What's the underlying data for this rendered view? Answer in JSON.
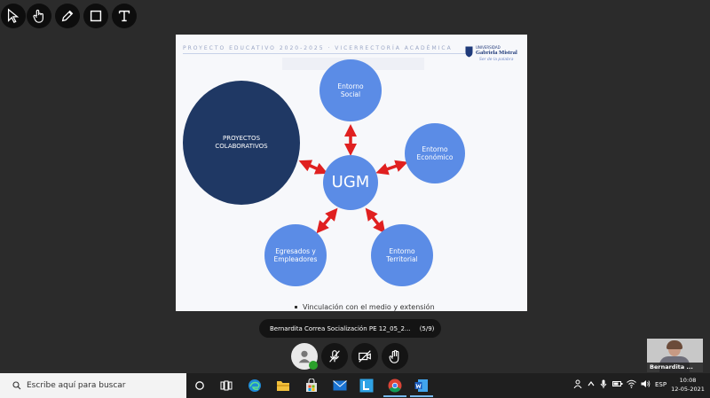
{
  "toolbar": {
    "tools": [
      {
        "icon": "cursor-arrow-icon"
      },
      {
        "icon": "hand-pointer-icon"
      },
      {
        "icon": "pen-icon"
      },
      {
        "icon": "rectangle-icon"
      },
      {
        "icon": "text-tool-icon"
      }
    ]
  },
  "slide": {
    "header": "PROYECTO EDUCATIVO 2020-2025 · VICERRECTORÍA ACADÉMICA",
    "logo_small": "UNIVERSIDAD",
    "logo_main": "Gabriela Mistral",
    "logo_sub": "Ser de la palabra",
    "center": "UGM",
    "big_circle": "PROYECTOS COLABORATIVOS",
    "nodes": {
      "social": "Entorno Social",
      "economico": "Entorno Económico",
      "egresados": "Egresados y Empleadores",
      "territorial": "Entorno Territorial"
    },
    "bullet": "Vinculación con el medio y extensión",
    "colors": {
      "light": "#5b8ce6",
      "dark": "#1f3864",
      "arrow": "#e02020"
    }
  },
  "presenter": {
    "title": "Bernardita Correa Socialización PE 12_05_2...",
    "page": "(5/9)"
  },
  "controls": [
    {
      "icon": "avatar-icon"
    },
    {
      "icon": "mic-muted-icon"
    },
    {
      "icon": "camera-off-icon"
    },
    {
      "icon": "raise-hand-icon"
    }
  ],
  "participant": {
    "name": "Bernardita ..."
  },
  "taskbar": {
    "search_placeholder": "Escribe aquí para buscar",
    "apps": [
      "cortana-icon",
      "task-view-icon",
      "edge-icon",
      "file-explorer-icon",
      "store-icon",
      "mail-icon",
      "app-l-icon",
      "chrome-icon",
      "word-icon"
    ],
    "language": "ESP",
    "time": "10:08",
    "date": "12-05-2021"
  }
}
